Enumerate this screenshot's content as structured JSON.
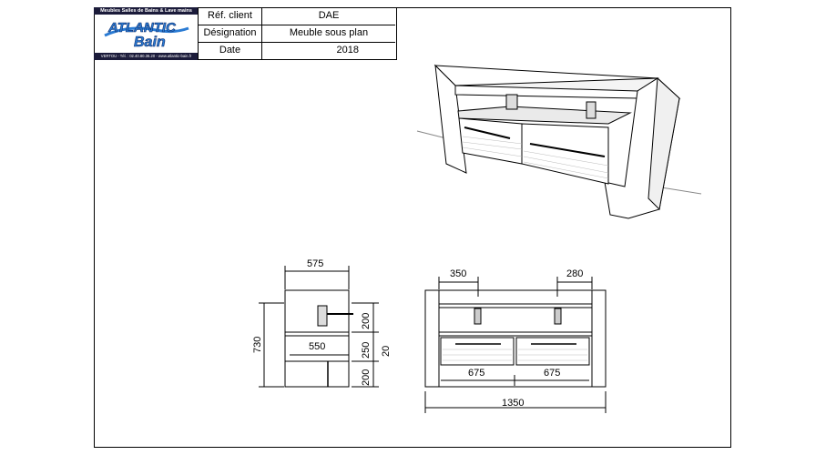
{
  "title_block": {
    "logo": {
      "tagline_top": "Meubles Salles de Bains & Lave mains",
      "brand_line1": "ATLANTIC",
      "brand_line2": "Bain",
      "footer": "VERTOU - Tél. : 02.40.80.36.20 - www.atlantic-bain.fr"
    },
    "rows": [
      {
        "label": "Réf. client",
        "value": "DAE"
      },
      {
        "label": "Désignation",
        "value": "Meuble sous plan"
      },
      {
        "label": "Date",
        "value": "2018"
      }
    ]
  },
  "side_view": {
    "width_top": "575",
    "inner_depth": "550",
    "total_height": "730",
    "upper_height": "200",
    "middle_height": "250",
    "lower_height": "200",
    "shelf_thickness": "20"
  },
  "front_view": {
    "left_offset": "350",
    "right_offset": "280",
    "drawer_left_width": "675",
    "drawer_right_width": "675",
    "total_width": "1350"
  },
  "colors": {
    "line": "#000000",
    "accent_logo": "#1b1b3a",
    "logo_blue": "#2a7bd3"
  }
}
